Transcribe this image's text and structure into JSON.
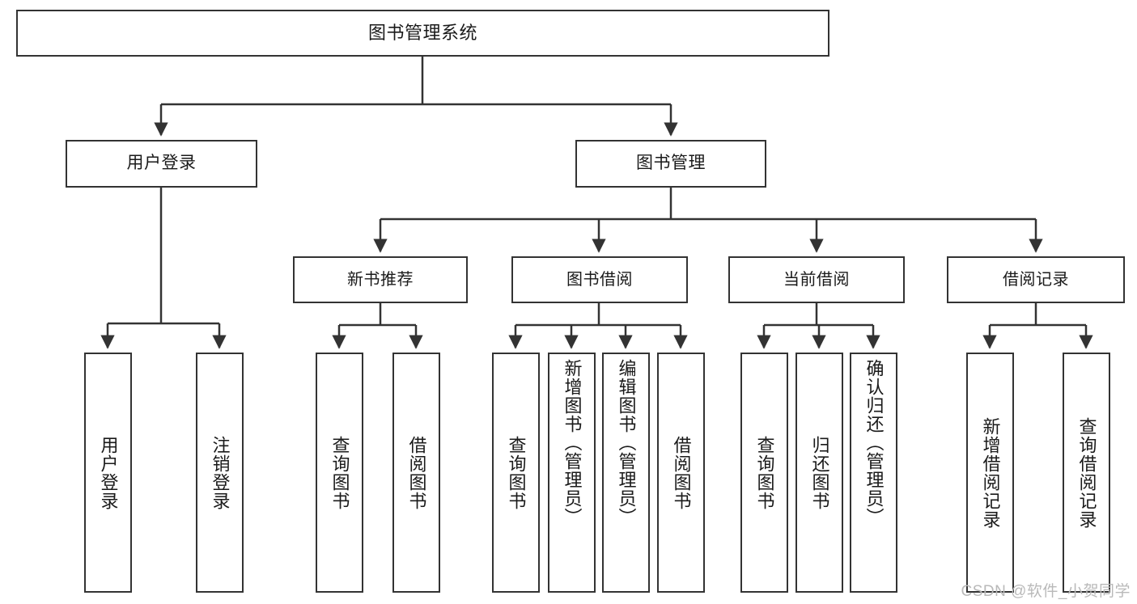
{
  "diagram": {
    "title": "图书管理系统",
    "watermark": "CSDN @软件_小贺同学",
    "root": {
      "label": "图书管理系统"
    },
    "level2": [
      {
        "label": "用户登录"
      },
      {
        "label": "图书管理"
      }
    ],
    "level3": [
      {
        "label": "新书推荐"
      },
      {
        "label": "图书借阅"
      },
      {
        "label": "当前借阅"
      },
      {
        "label": "借阅记录"
      }
    ],
    "leaves": {
      "user_login": [
        {
          "label": "用户登录"
        },
        {
          "label": "注销登录"
        }
      ],
      "new_book_recommend": [
        {
          "label": "查询图书"
        },
        {
          "label": "借阅图书"
        }
      ],
      "book_borrow": [
        {
          "label": "查询图书"
        },
        {
          "label": "新增图书（管理员）"
        },
        {
          "label": "编辑图书（管理员）"
        },
        {
          "label": "借阅图书"
        }
      ],
      "current_borrow": [
        {
          "label": "查询图书"
        },
        {
          "label": "归还图书"
        },
        {
          "label": "确认归还（管理员）"
        }
      ],
      "borrow_records": [
        {
          "label": "新增借阅记录"
        },
        {
          "label": "查询借阅记录"
        }
      ]
    }
  },
  "colors": {
    "stroke": "#333333",
    "background": "#ffffff",
    "text": "#1a1a1a",
    "watermark": "#b9b9b9"
  }
}
